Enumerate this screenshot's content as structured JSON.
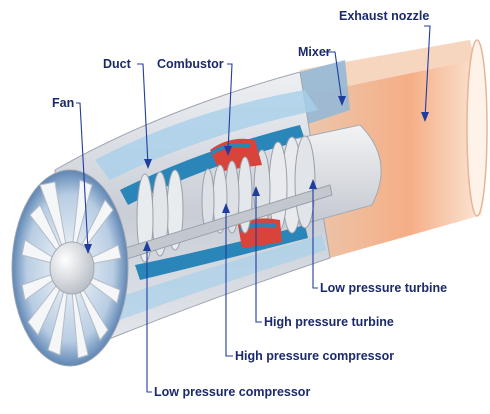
{
  "labels": {
    "exhaust_nozzle": "Exhaust nozzle",
    "mixer": "Mixer",
    "duct": "Duct",
    "combustor": "Combustor",
    "fan": "Fan",
    "low_pressure_turbine": "Low pressure turbine",
    "high_pressure_turbine": "High pressure turbine",
    "high_pressure_compressor": "High pressure compressor",
    "low_pressure_compressor": "Low pressure compressor"
  },
  "colors": {
    "label_text": "#1b2a6b",
    "leader_line": "#1f3d9e",
    "casing": "#d9dde3",
    "blade": "#eef0f2",
    "duct_blue": "#2a86b8",
    "combustor_red": "#d8433a",
    "nozzle_orange": "#f0b58e"
  }
}
